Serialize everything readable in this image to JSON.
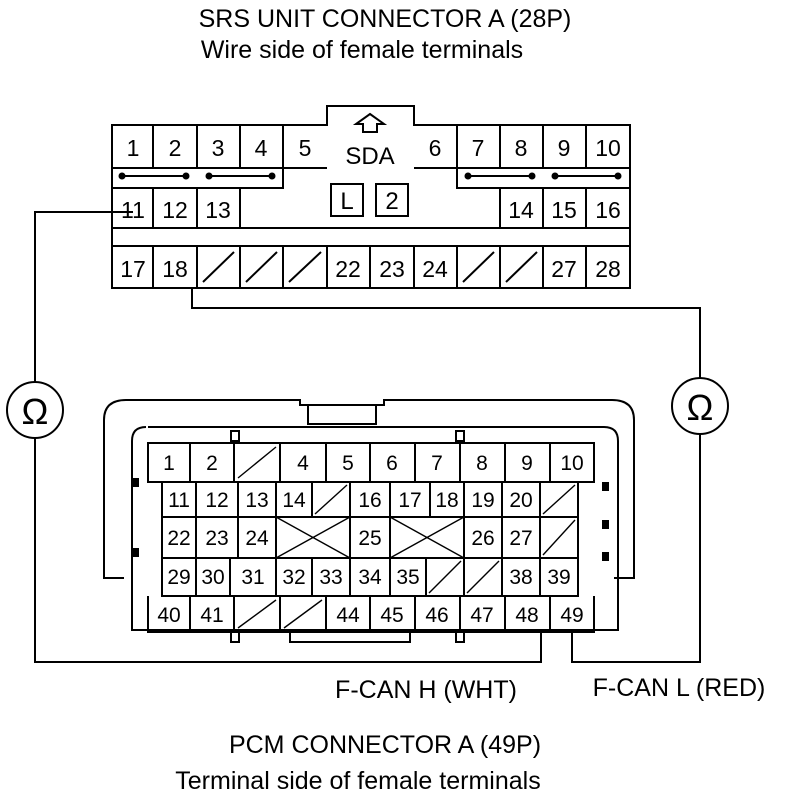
{
  "srs": {
    "title": "SRS UNIT CONNECTOR A (28P)",
    "subtitle": "Wire side of female terminals",
    "sda_label": "SDA",
    "key_l": "L",
    "key_2": "2",
    "row1": [
      "1",
      "2",
      "3",
      "4",
      "5",
      "6",
      "7",
      "8",
      "9",
      "10"
    ],
    "row2": [
      "11",
      "12",
      "13",
      "14",
      "15",
      "16"
    ],
    "row3": [
      "17",
      "18",
      "22",
      "23",
      "24",
      "27",
      "28"
    ]
  },
  "pcm": {
    "title": "PCM CONNECTOR A (49P)",
    "subtitle": "Terminal side of female terminals",
    "row1": [
      "1",
      "2",
      "4",
      "5",
      "6",
      "7",
      "8",
      "9",
      "10"
    ],
    "row2": [
      "11",
      "12",
      "13",
      "14",
      "16",
      "17",
      "18",
      "19",
      "20"
    ],
    "row3": [
      "22",
      "23",
      "24",
      "25",
      "26",
      "27"
    ],
    "row4": [
      "29",
      "30",
      "31",
      "32",
      "33",
      "34",
      "35",
      "38",
      "39"
    ],
    "row5": [
      "40",
      "41",
      "44",
      "45",
      "46",
      "47",
      "48",
      "49"
    ]
  },
  "meters": {
    "left": "Ω",
    "right": "Ω"
  },
  "wires": {
    "fcan_h": "F-CAN H (WHT)",
    "fcan_l": "F-CAN L (RED)"
  },
  "colors": {
    "ink": "#000000",
    "background": "#ffffff"
  }
}
